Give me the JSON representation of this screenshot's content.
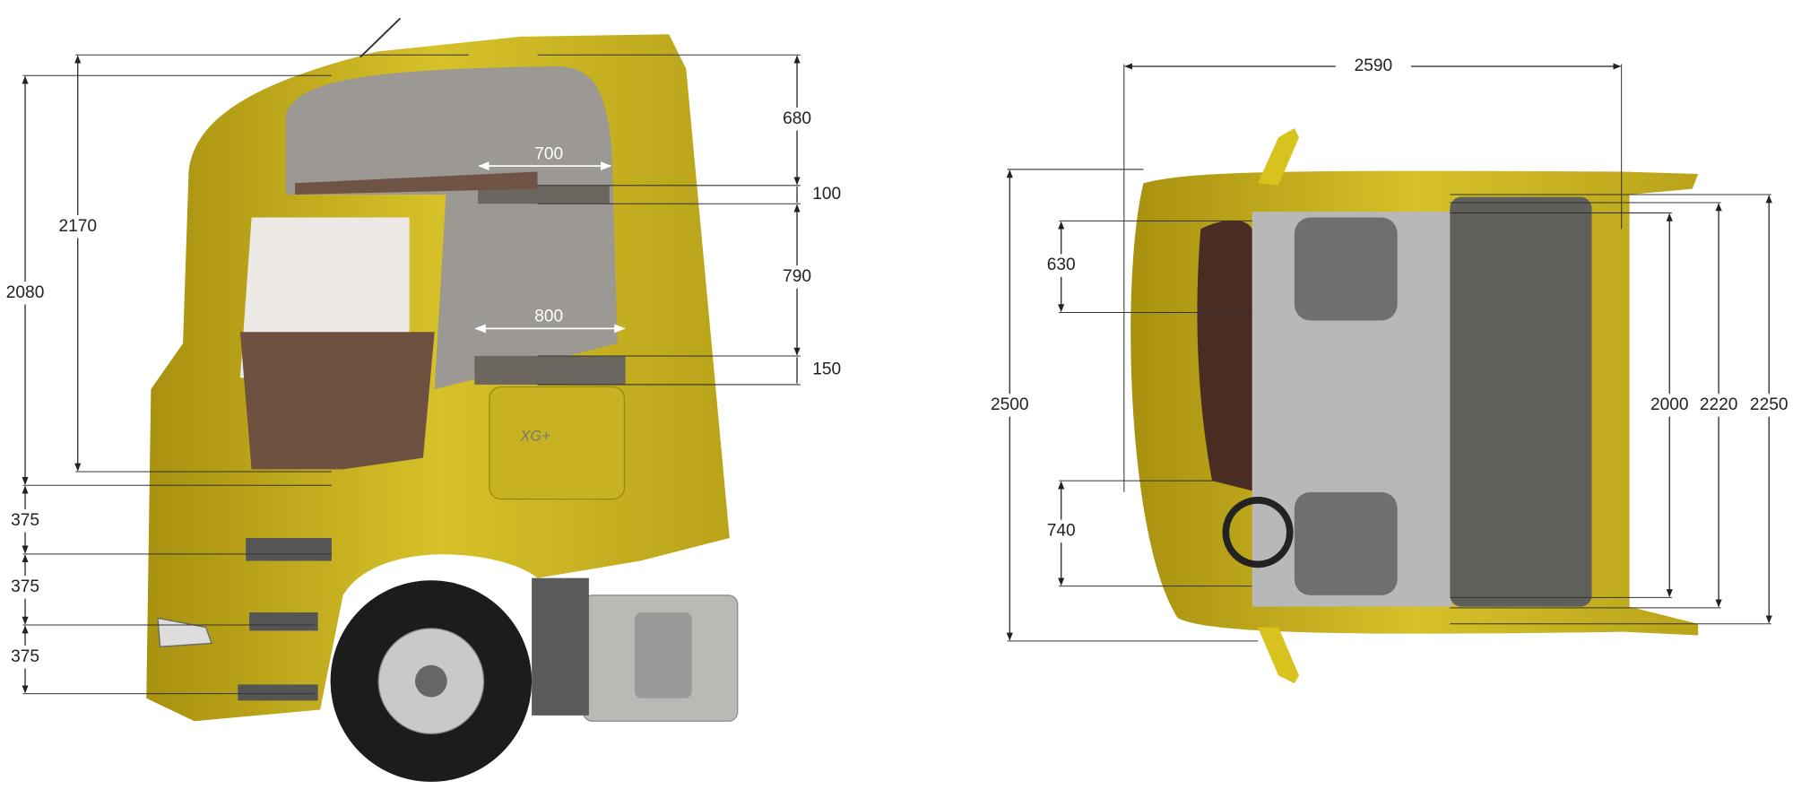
{
  "side_view": {
    "badge": "XG+",
    "dimensions": {
      "cab_height_inner": "2170",
      "cab_height_floor": "2080",
      "step_1": "375",
      "step_2": "375",
      "step_3": "375",
      "upper_storage": "680",
      "upper_bunk_gap": "100",
      "between_bunks": "790",
      "lower_bunk_gap": "150",
      "upper_bunk_width": "700",
      "lower_bunk_width": "800"
    }
  },
  "top_view": {
    "dimensions": {
      "cab_width": "2590",
      "cab_length": "2500",
      "passenger_seat_space": "630",
      "driver_seat_space": "740",
      "bunk_length": "2000",
      "interior_length": "2220",
      "total_interior": "2250"
    }
  },
  "colors": {
    "cab_yellow": "#c9b21c",
    "interior_grey": "#9e9e9e",
    "bunk_dark": "#5f5f5c",
    "dash_brown": "#5a3a2c"
  }
}
